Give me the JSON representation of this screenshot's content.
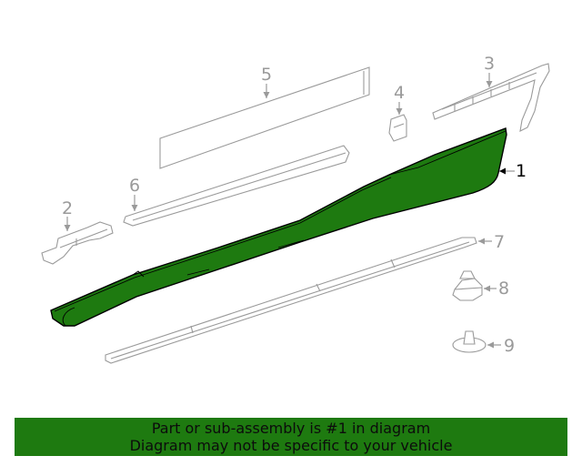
{
  "callouts": {
    "c1": "1",
    "c2": "2",
    "c3": "3",
    "c4": "4",
    "c5": "5",
    "c6": "6",
    "c7": "7",
    "c8": "8",
    "c9": "9"
  },
  "footer": {
    "line1": "Part or sub-assembly is #1 in diagram",
    "line2": "Diagram may not be specific to your vehicle"
  },
  "colors": {
    "highlight": "#1e7a10",
    "outline": "#9a9a9a",
    "text": "#0c0c0c"
  }
}
